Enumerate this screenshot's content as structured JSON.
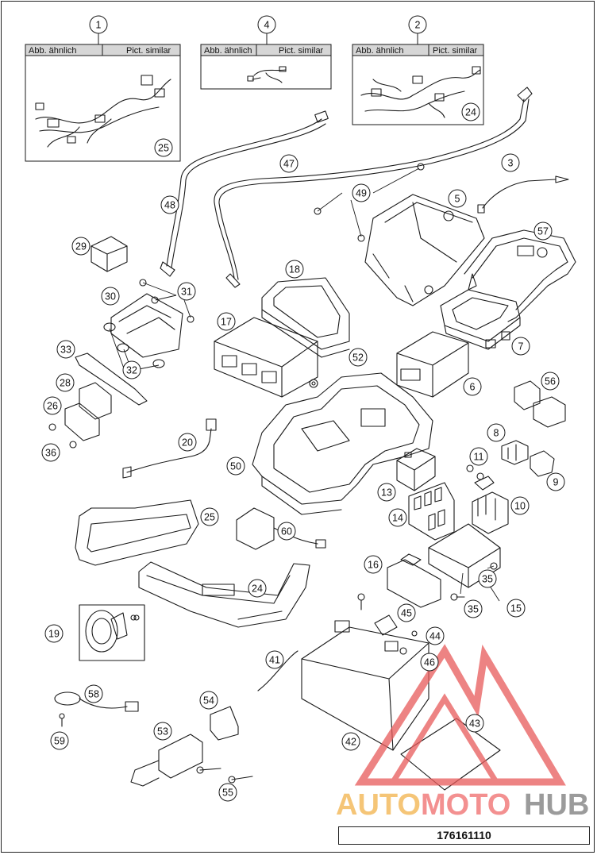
{
  "page": {
    "document_id": "176161110"
  },
  "inset_boxes": {
    "left_label": "Abb. ähnlich",
    "right_label": "Pict. similar"
  },
  "callouts": [
    "1",
    "2",
    "3",
    "4",
    "5",
    "6",
    "7",
    "8",
    "9",
    "10",
    "11",
    "13",
    "14",
    "15",
    "16",
    "17",
    "18",
    "19",
    "20",
    "24",
    "25",
    "26",
    "28",
    "29",
    "30",
    "31",
    "32",
    "33",
    "35",
    "36",
    "41",
    "42",
    "43",
    "44",
    "45",
    "46",
    "47",
    "48",
    "49",
    "50",
    "52",
    "53",
    "54",
    "55",
    "56",
    "57",
    "58",
    "59",
    "60"
  ],
  "watermark": {
    "parts": [
      "AUTO",
      "MOTO",
      "HUB"
    ],
    "colors": {
      "auto": "#f2b24a",
      "moto": "#ef6b6b",
      "hub": "#7a7a7a",
      "triangle": "#e85a5a"
    }
  },
  "colors": {
    "line": "#1a1a1a",
    "header_fill": "#d6d6d6"
  }
}
